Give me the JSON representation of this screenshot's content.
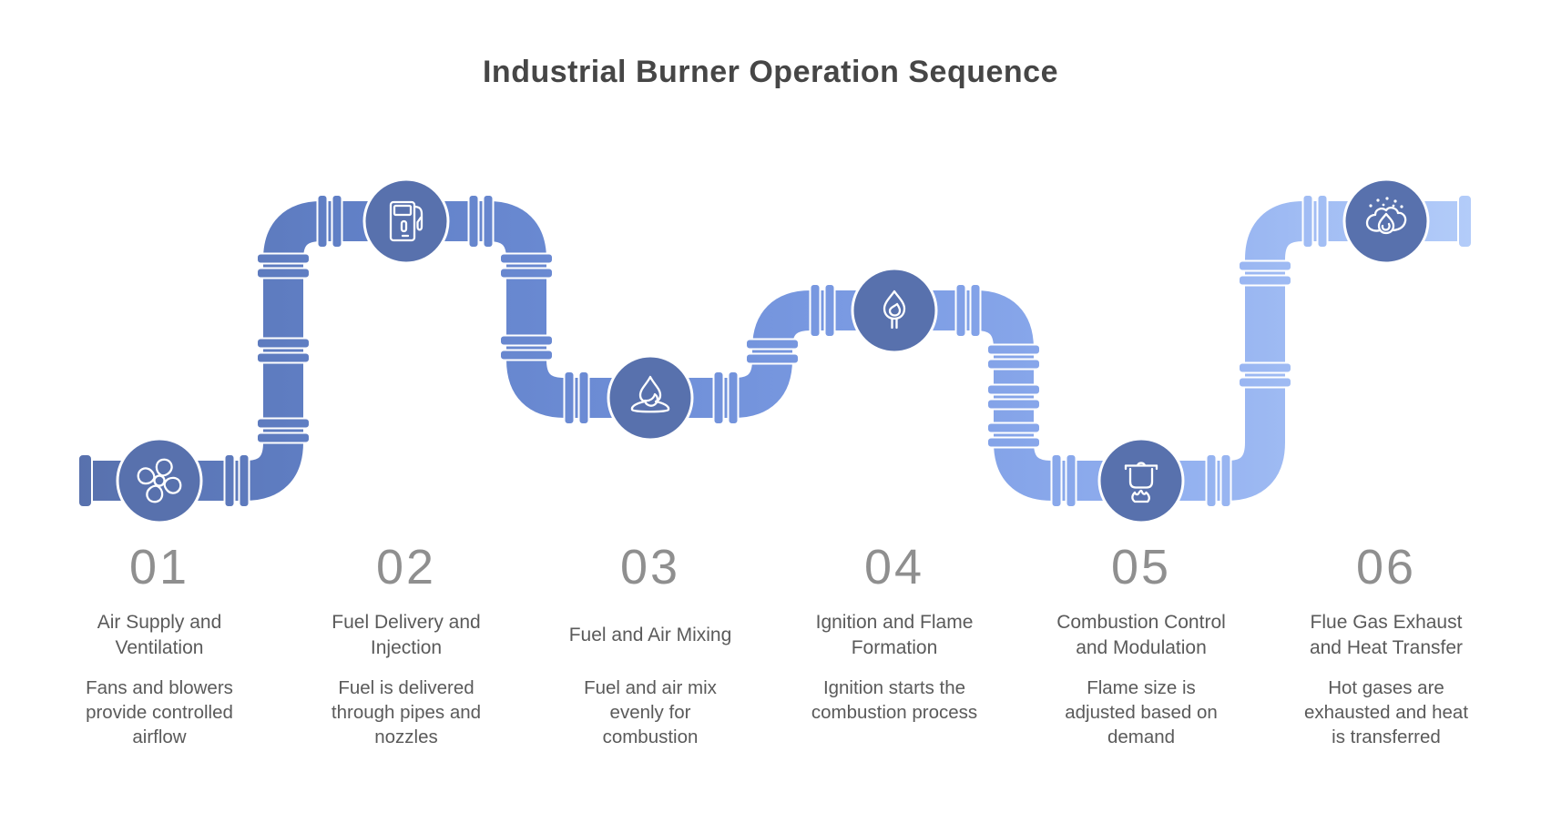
{
  "title": "Industrial Burner Operation Sequence",
  "colors": {
    "background": "#ffffff",
    "title_text": "#464646",
    "step_number": "#8f8f8f",
    "step_text": "#5a5a5a",
    "icon_stroke": "#ffffff",
    "pipe_gradient": [
      "#5871ad",
      "#607fc5",
      "#6c8cd5",
      "#7c9ce4",
      "#91afef",
      "#b3ccf9"
    ]
  },
  "steps": [
    {
      "number": "01",
      "title": "Air Supply and\nVentilation",
      "description": "Fans and blowers\nprovide controlled\nairflow",
      "icon": "fan-icon"
    },
    {
      "number": "02",
      "title": "Fuel Delivery and\nInjection",
      "description": "Fuel is delivered\nthrough pipes and\nnozzles",
      "icon": "fuel-pump-icon"
    },
    {
      "number": "03",
      "title": "Fuel and Air Mixing",
      "description": "Fuel and air mix\nevenly for\ncombustion",
      "icon": "bonfire-flame-icon"
    },
    {
      "number": "04",
      "title": "Ignition and Flame\nFormation",
      "description": "Ignition starts the\ncombustion process",
      "icon": "ignition-flame-icon"
    },
    {
      "number": "05",
      "title": "Combustion Control\nand Modulation",
      "description": "Flame size is\nadjusted based on\ndemand",
      "icon": "pot-on-flame-icon"
    },
    {
      "number": "06",
      "title": "Flue Gas Exhaust\nand Heat Transfer",
      "description": "Hot gases are\nexhausted and heat\nis transferred",
      "icon": "flue-gas-cloud-icon"
    }
  ]
}
